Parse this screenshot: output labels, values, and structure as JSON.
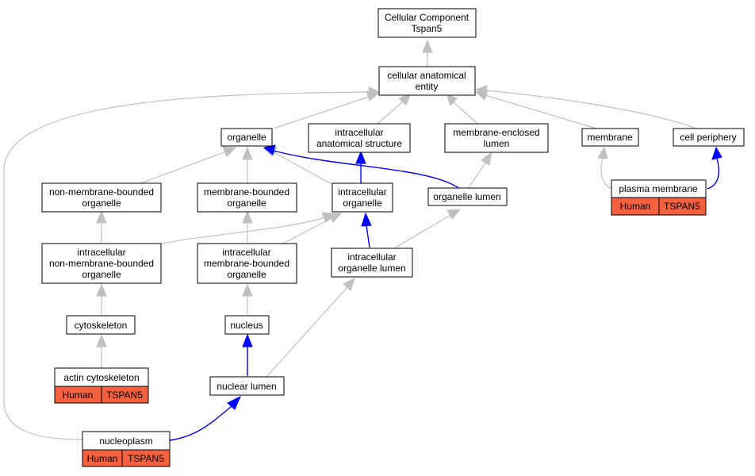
{
  "nodes": {
    "root": [
      "Cellular Component",
      "Tspan5"
    ],
    "cae": [
      "cellular anatomical",
      "entity"
    ],
    "organelle": [
      "organelle"
    ],
    "ias": [
      "intracellular",
      "anatomical structure"
    ],
    "mel": [
      "membrane-enclosed",
      "lumen"
    ],
    "membrane": [
      "membrane"
    ],
    "cellper": [
      "cell periphery"
    ],
    "nmbo": [
      "non-membrane-bounded",
      "organelle"
    ],
    "mbo": [
      "membrane-bounded",
      "organelle"
    ],
    "io": [
      "intracellular",
      "organelle"
    ],
    "ol": [
      "organelle lumen"
    ],
    "pm": [
      "plasma membrane"
    ],
    "inmbo": [
      "intracellular",
      "non-membrane-bounded",
      "organelle"
    ],
    "imbo": [
      "intracellular",
      "membrane-bounded",
      "organelle"
    ],
    "iol": [
      "intracellular",
      "organelle lumen"
    ],
    "cytoskeleton": [
      "cytoskeleton"
    ],
    "nucleus": [
      "nucleus"
    ],
    "actin": [
      "actin cytoskeleton"
    ],
    "nuclearlumen": [
      "nuclear lumen"
    ],
    "nucleoplasm": [
      "nucleoplasm"
    ]
  },
  "annotations": {
    "pm": {
      "species": "Human",
      "gene": "TSPAN5"
    },
    "actin": {
      "species": "Human",
      "gene": "TSPAN5"
    },
    "nucleoplasm": {
      "species": "Human",
      "gene": "TSPAN5"
    }
  },
  "colors": {
    "annotation_fill": "#f46141",
    "edge_gray": "#c0c0c0",
    "edge_blue": "#0000ff"
  }
}
